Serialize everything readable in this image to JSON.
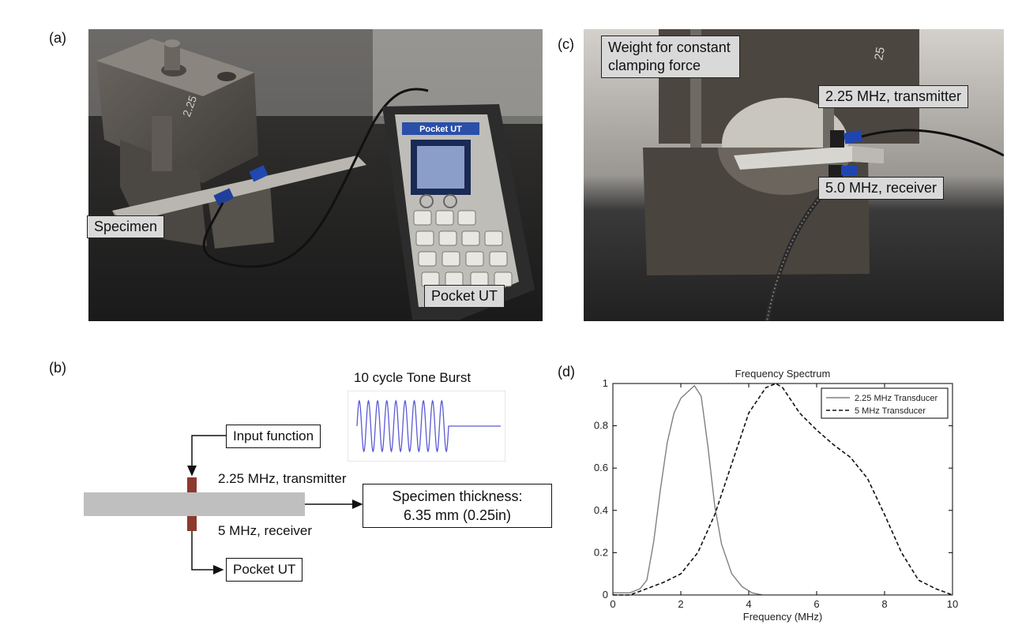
{
  "panels": {
    "a": "(a)",
    "b": "(b)",
    "c": "(c)",
    "d": "(d)"
  },
  "photo_a": {
    "callout_specimen": "Specimen",
    "callout_pocket_ut": "Pocket UT",
    "device_brand": "Pocket UT",
    "specimen_mark": "2.25"
  },
  "photo_c": {
    "callout_weight": "Weight for constant clamping force",
    "callout_transmitter": "2.25 MHz,  transmitter",
    "callout_receiver": "5.0 MHz,  receiver",
    "block_mark": "25"
  },
  "schematic": {
    "burst_title": "10 cycle Tone Burst",
    "burst_cycles": 10,
    "input_function": "Input function",
    "transmitter": "2.25 MHz, transmitter",
    "receiver": "5 MHz, receiver",
    "pocket_ut": "Pocket UT",
    "thickness_line1": "Specimen thickness:",
    "thickness_line2": "6.35 mm (0.25in)",
    "colors": {
      "specimen": "#bfbfbf",
      "transducer": "#8b3a2e",
      "burst": "#5b5bd6"
    }
  },
  "chart_data": {
    "type": "line",
    "title": "Frequency Spectrum",
    "xlabel": "Frequency (MHz)",
    "ylabel": "",
    "xlim": [
      0,
      10
    ],
    "ylim": [
      0,
      1
    ],
    "xticks": [
      "0",
      "2",
      "4",
      "6",
      "8",
      "10"
    ],
    "yticks": [
      "0",
      "0.2",
      "0.4",
      "0.6",
      "0.8",
      "1"
    ],
    "legend_position": "top-right",
    "series": [
      {
        "name": "2.25 MHz Transducer",
        "style": "solid",
        "color": "#808080",
        "x": [
          0,
          0.5,
          0.8,
          1.0,
          1.2,
          1.4,
          1.6,
          1.8,
          2.0,
          2.2,
          2.4,
          2.6,
          2.8,
          3.0,
          3.2,
          3.5,
          3.8,
          4.1,
          4.4
        ],
        "y": [
          0.01,
          0.01,
          0.03,
          0.07,
          0.25,
          0.5,
          0.72,
          0.86,
          0.93,
          0.96,
          0.99,
          0.94,
          0.7,
          0.42,
          0.24,
          0.1,
          0.04,
          0.01,
          0.0
        ]
      },
      {
        "name": "5 MHz Transducer",
        "style": "dashed",
        "color": "#111111",
        "x": [
          0,
          0.5,
          1.0,
          1.5,
          2.0,
          2.5,
          3.0,
          3.5,
          4.0,
          4.5,
          4.8,
          5.0,
          5.5,
          6.0,
          6.5,
          7.0,
          7.5,
          8.0,
          8.5,
          9.0,
          9.5,
          10.0
        ],
        "y": [
          0.0,
          0.0,
          0.03,
          0.06,
          0.1,
          0.2,
          0.38,
          0.62,
          0.86,
          0.98,
          1.0,
          0.98,
          0.86,
          0.78,
          0.71,
          0.65,
          0.55,
          0.38,
          0.2,
          0.07,
          0.03,
          0.0
        ]
      }
    ]
  }
}
